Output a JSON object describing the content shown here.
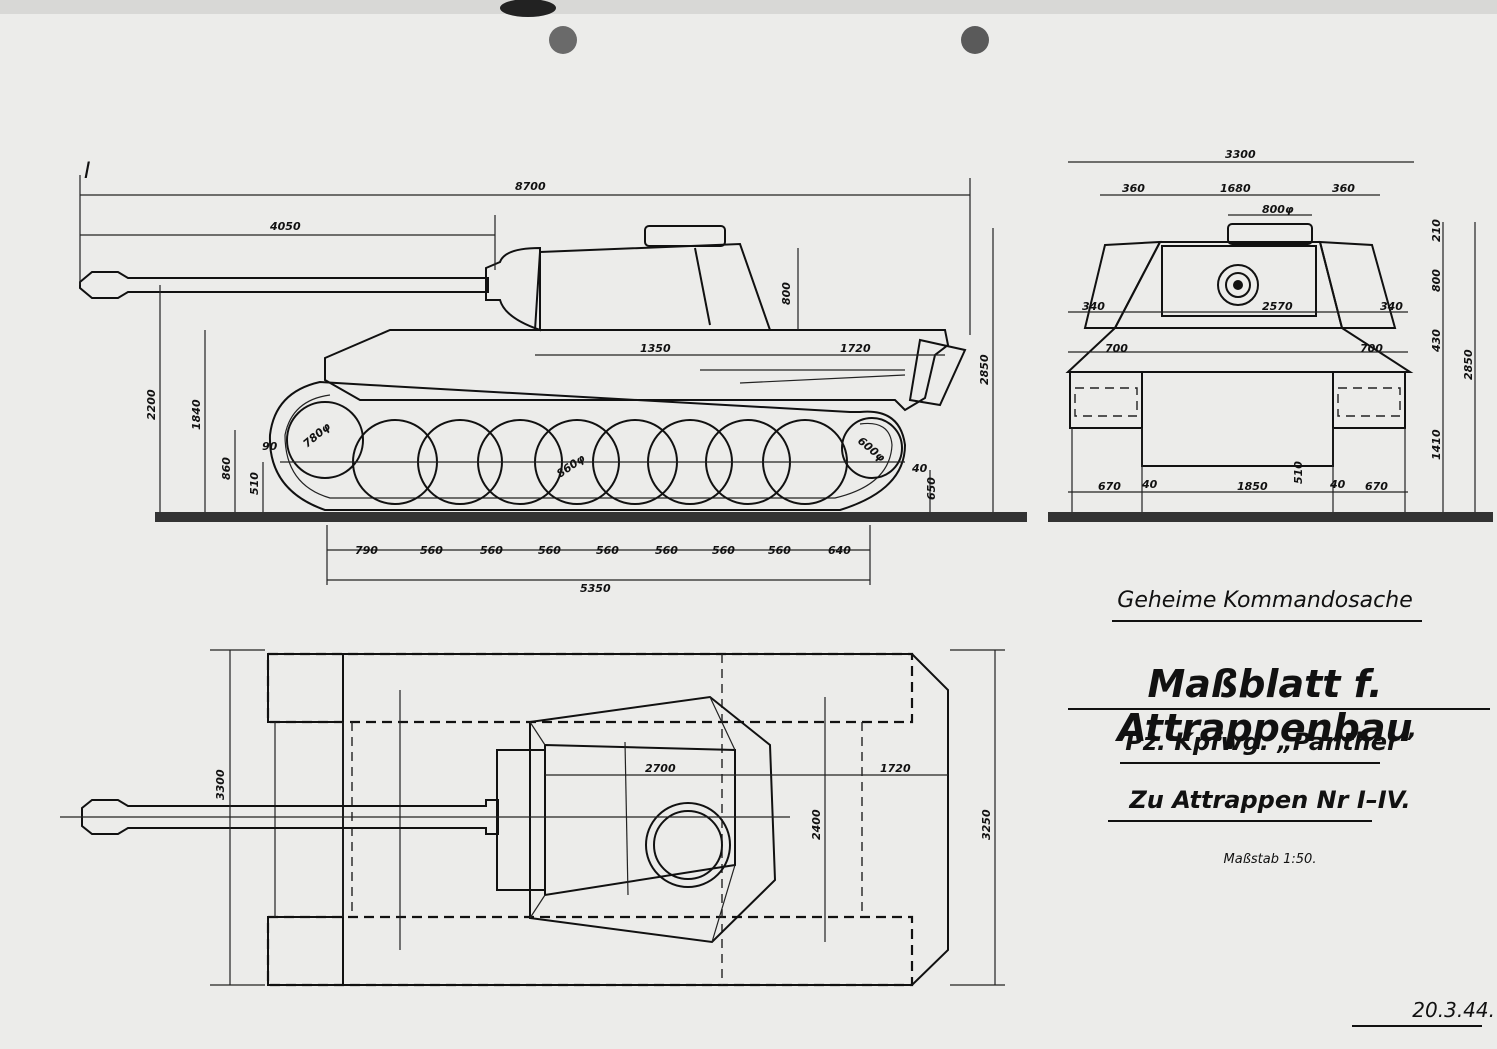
{
  "drawing": {
    "view_marker": "I",
    "side_view": {
      "overall_length": "8700",
      "gun_overhang": "4050",
      "turret_height": "800",
      "turret_offset": "1350",
      "rear_offset": "1720",
      "hull_height_total": "2850",
      "height_to_gun": "2200",
      "hull_top": "1840",
      "track_height": "860",
      "ground_clearance": "510",
      "sprocket_dia": "780φ",
      "wheel_dia": "860φ",
      "idler_dia": "600φ",
      "small_gap_left": "90",
      "small_gap_right": "40",
      "rear_clearance": "650",
      "wheel_spacings": [
        "790",
        "560",
        "560",
        "560",
        "560",
        "560",
        "560",
        "560",
        "640"
      ],
      "track_contact": "5350"
    },
    "front_view": {
      "overall_width": "3300",
      "side_left": "360",
      "middle": "1680",
      "side_right": "360",
      "cupola": "800φ",
      "top_h": "210",
      "turret_h": "800",
      "sponson_h": "430",
      "total_h": "2850",
      "lower_h": "1410",
      "turret_base": "2570",
      "left_offset": "340",
      "right_offset": "340",
      "track_upper_left": "700",
      "track_upper_right": "700",
      "track_left": "670",
      "gap_left": "40",
      "gap_center": "1850",
      "gap_right": "40",
      "track_right": "670",
      "belly": "510"
    },
    "top_view": {
      "overall_width": "3300",
      "turret_length": "2700",
      "rear_offset": "1720",
      "turret_width": "2400",
      "hull_width": "3250"
    }
  },
  "title_block": {
    "classification": "Geheime Kommandosache",
    "title": "Maßblatt f. Attrappenbau",
    "subtitle": "Pz. Kpfwg. „Panther”",
    "subtitle2": "Zu Attrappen Nr I–IV.",
    "scale": "Maßstab 1:50.",
    "date": "20.3.44."
  }
}
